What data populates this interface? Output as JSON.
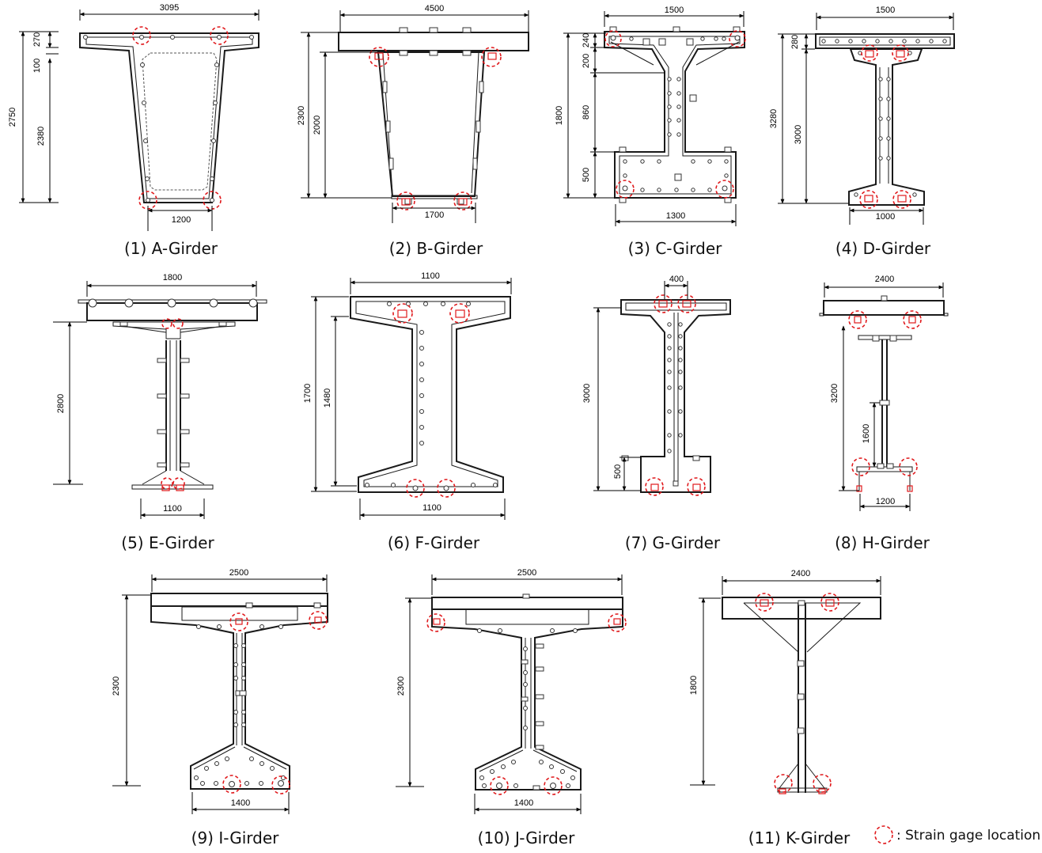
{
  "legend": {
    "label": ": Strain gage location",
    "color": "#e0191c"
  },
  "girders": [
    {
      "caption": "(1) A-Girder",
      "dims": [
        "3095",
        "270",
        "100",
        "2750",
        "2380",
        "1200"
      ]
    },
    {
      "caption": "(2) B-Girder",
      "dims": [
        "4500",
        "2300",
        "2000",
        "1700"
      ]
    },
    {
      "caption": "(3) C-Girder",
      "dims": [
        "1500",
        "240",
        "200",
        "1800",
        "860",
        "500",
        "1300"
      ]
    },
    {
      "caption": "(4) D-Girder",
      "dims": [
        "1500",
        "280",
        "3280",
        "3000",
        "1000"
      ]
    },
    {
      "caption": "(5) E-Girder",
      "dims": [
        "1800",
        "2800",
        "1100"
      ]
    },
    {
      "caption": "(6) F-Girder",
      "dims": [
        "1100",
        "1700",
        "1480",
        "1100"
      ]
    },
    {
      "caption": "(7) G-Girder",
      "dims": [
        "400",
        "3000",
        "500"
      ]
    },
    {
      "caption": "(8) H-Girder",
      "dims": [
        "2400",
        "3200",
        "1600",
        "1200"
      ]
    },
    {
      "caption": "(9) I-Girder",
      "dims": [
        "2500",
        "2300",
        "1400"
      ]
    },
    {
      "caption": "(10) J-Girder",
      "dims": [
        "2500",
        "2300",
        "1400"
      ]
    },
    {
      "caption": "(11) K-Girder",
      "dims": [
        "2400",
        "1800"
      ]
    }
  ]
}
